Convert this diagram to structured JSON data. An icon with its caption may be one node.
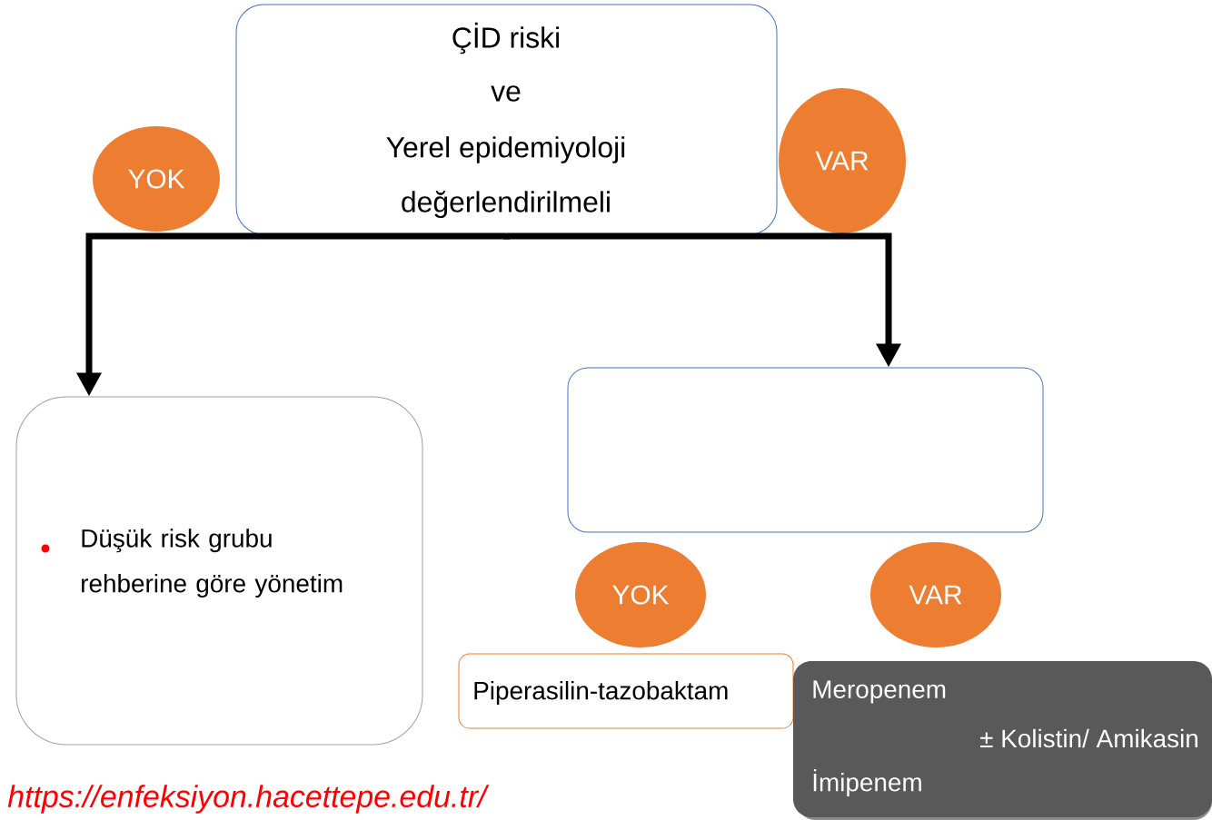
{
  "diagram": {
    "nodes": [
      {
        "text": [
          "ÇİD riski",
          "ve",
          "Yerel epidemiyoloji",
          "değerlendirilmeli"
        ]
      },
      {
        "text": [
          "YOK"
        ]
      },
      {
        "text": [
          "VAR"
        ]
      },
      {
        "text": [
          "Düşük risk grubu rehberine göre yönetim"
        ]
      },
      {
        "text": [],
        "shape": "box"
      },
      {
        "text": [
          "YOK"
        ]
      },
      {
        "text": [
          "VAR"
        ]
      },
      {
        "text": [
          "Piperasilin-tazobaktam"
        ]
      },
      {
        "text": [
          "Meropenem",
          "± Kolistin/ Amikasin",
          "İmipenem"
        ]
      }
    ],
    "edges": [
      {
        "from": 0,
        "to": 3,
        "arrow": "to"
      },
      {
        "from": 0,
        "to": 4,
        "arrow": "to"
      }
    ],
    "labels": [
      "https://enfeksiyon.hacettepe.edu.tr/"
    ]
  }
}
